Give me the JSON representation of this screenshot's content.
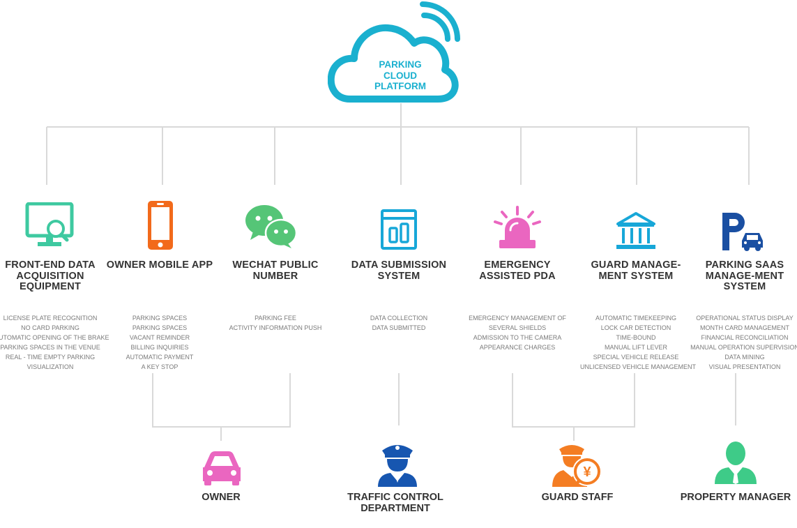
{
  "platform": {
    "lines": [
      "PARKING",
      "CLOUD",
      "PLATFORM"
    ]
  },
  "modules": [
    {
      "title": "FRONT-END DATA ACQUISITION EQUIPMENT",
      "icon": "monitor-search-icon",
      "items": [
        "LICENSE PLATE RECOGNITION",
        "NO CARD PARKING",
        "AUTOMATIC OPENING OF THE BRAKE",
        "PARKING SPACES IN THE VENUE",
        "REAL - TIME EMPTY PARKING",
        "VISUALIZATION"
      ]
    },
    {
      "title": "OWNER MOBILE APP",
      "icon": "smartphone-icon",
      "items": [
        "PARKING SPACES",
        "PARKING SPACES",
        "VACANT REMINDER",
        "BILLING INQUIRIES",
        "AUTOMATIC PAYMENT",
        "A KEY STOP"
      ]
    },
    {
      "title": "WECHAT PUBLIC NUMBER",
      "icon": "wechat-icon",
      "items": [
        "PARKING FEE",
        "ACTIVITY INFORMATION PUSH"
      ]
    },
    {
      "title": "DATA SUBMISSION SYSTEM",
      "icon": "data-report-icon",
      "items": [
        "DATA COLLECTION",
        "DATA SUBMITTED"
      ]
    },
    {
      "title": "EMERGENCY ASSISTED PDA",
      "icon": "siren-icon",
      "items": [
        "EMERGENCY MANAGEMENT OF",
        "SEVERAL SHIELDS",
        "ADMISSION TO THE CAMERA",
        "APPEARANCE CHARGES"
      ]
    },
    {
      "title": "GUARD MANAGE-MENT SYSTEM",
      "icon": "building-icon",
      "items": [
        "AUTOMATIC TIMEKEEPING",
        "LOCK CAR DETECTION",
        "TIME-BOUND",
        "MANUAL LIFT LEVER",
        "SPECIAL VEHICLE RELEASE",
        "UNLICENSED VEHICLE MANAGEMENT"
      ]
    },
    {
      "title": "PARKING SAAS MANAGE-MENT SYSTEM",
      "icon": "parking-car-icon",
      "items": [
        "OPERATIONAL STATUS DISPLAY",
        "MONTH CARD MANAGEMENT",
        "FINANCIAL RECONCILIATION",
        "MANUAL OPERATION SUPERVISION",
        "DATA MINING",
        "VISUAL PRESENTATION"
      ]
    }
  ],
  "roles": [
    {
      "title": "OWNER",
      "icon": "car-icon"
    },
    {
      "title": "TRAFFIC CONTROL DEPARTMENT",
      "icon": "police-officer-icon"
    },
    {
      "title": "GUARD STAFF",
      "icon": "guard-yen-icon"
    },
    {
      "title": "PROPERTY MANAGER",
      "icon": "manager-icon"
    }
  ],
  "colors": {
    "cloud": "#1ab0cf",
    "line": "#d9d9d9",
    "green": "#3ec9a0",
    "orange": "#f26a1b",
    "wechat": "#55c577",
    "blue": "#17a7d8",
    "pink": "#ea66c0",
    "navy": "#1a4fa2",
    "police": "#1756b0",
    "guard": "#f47d23",
    "manager": "#3ecb88",
    "title": "#333333",
    "text": "#7a7a7a"
  }
}
